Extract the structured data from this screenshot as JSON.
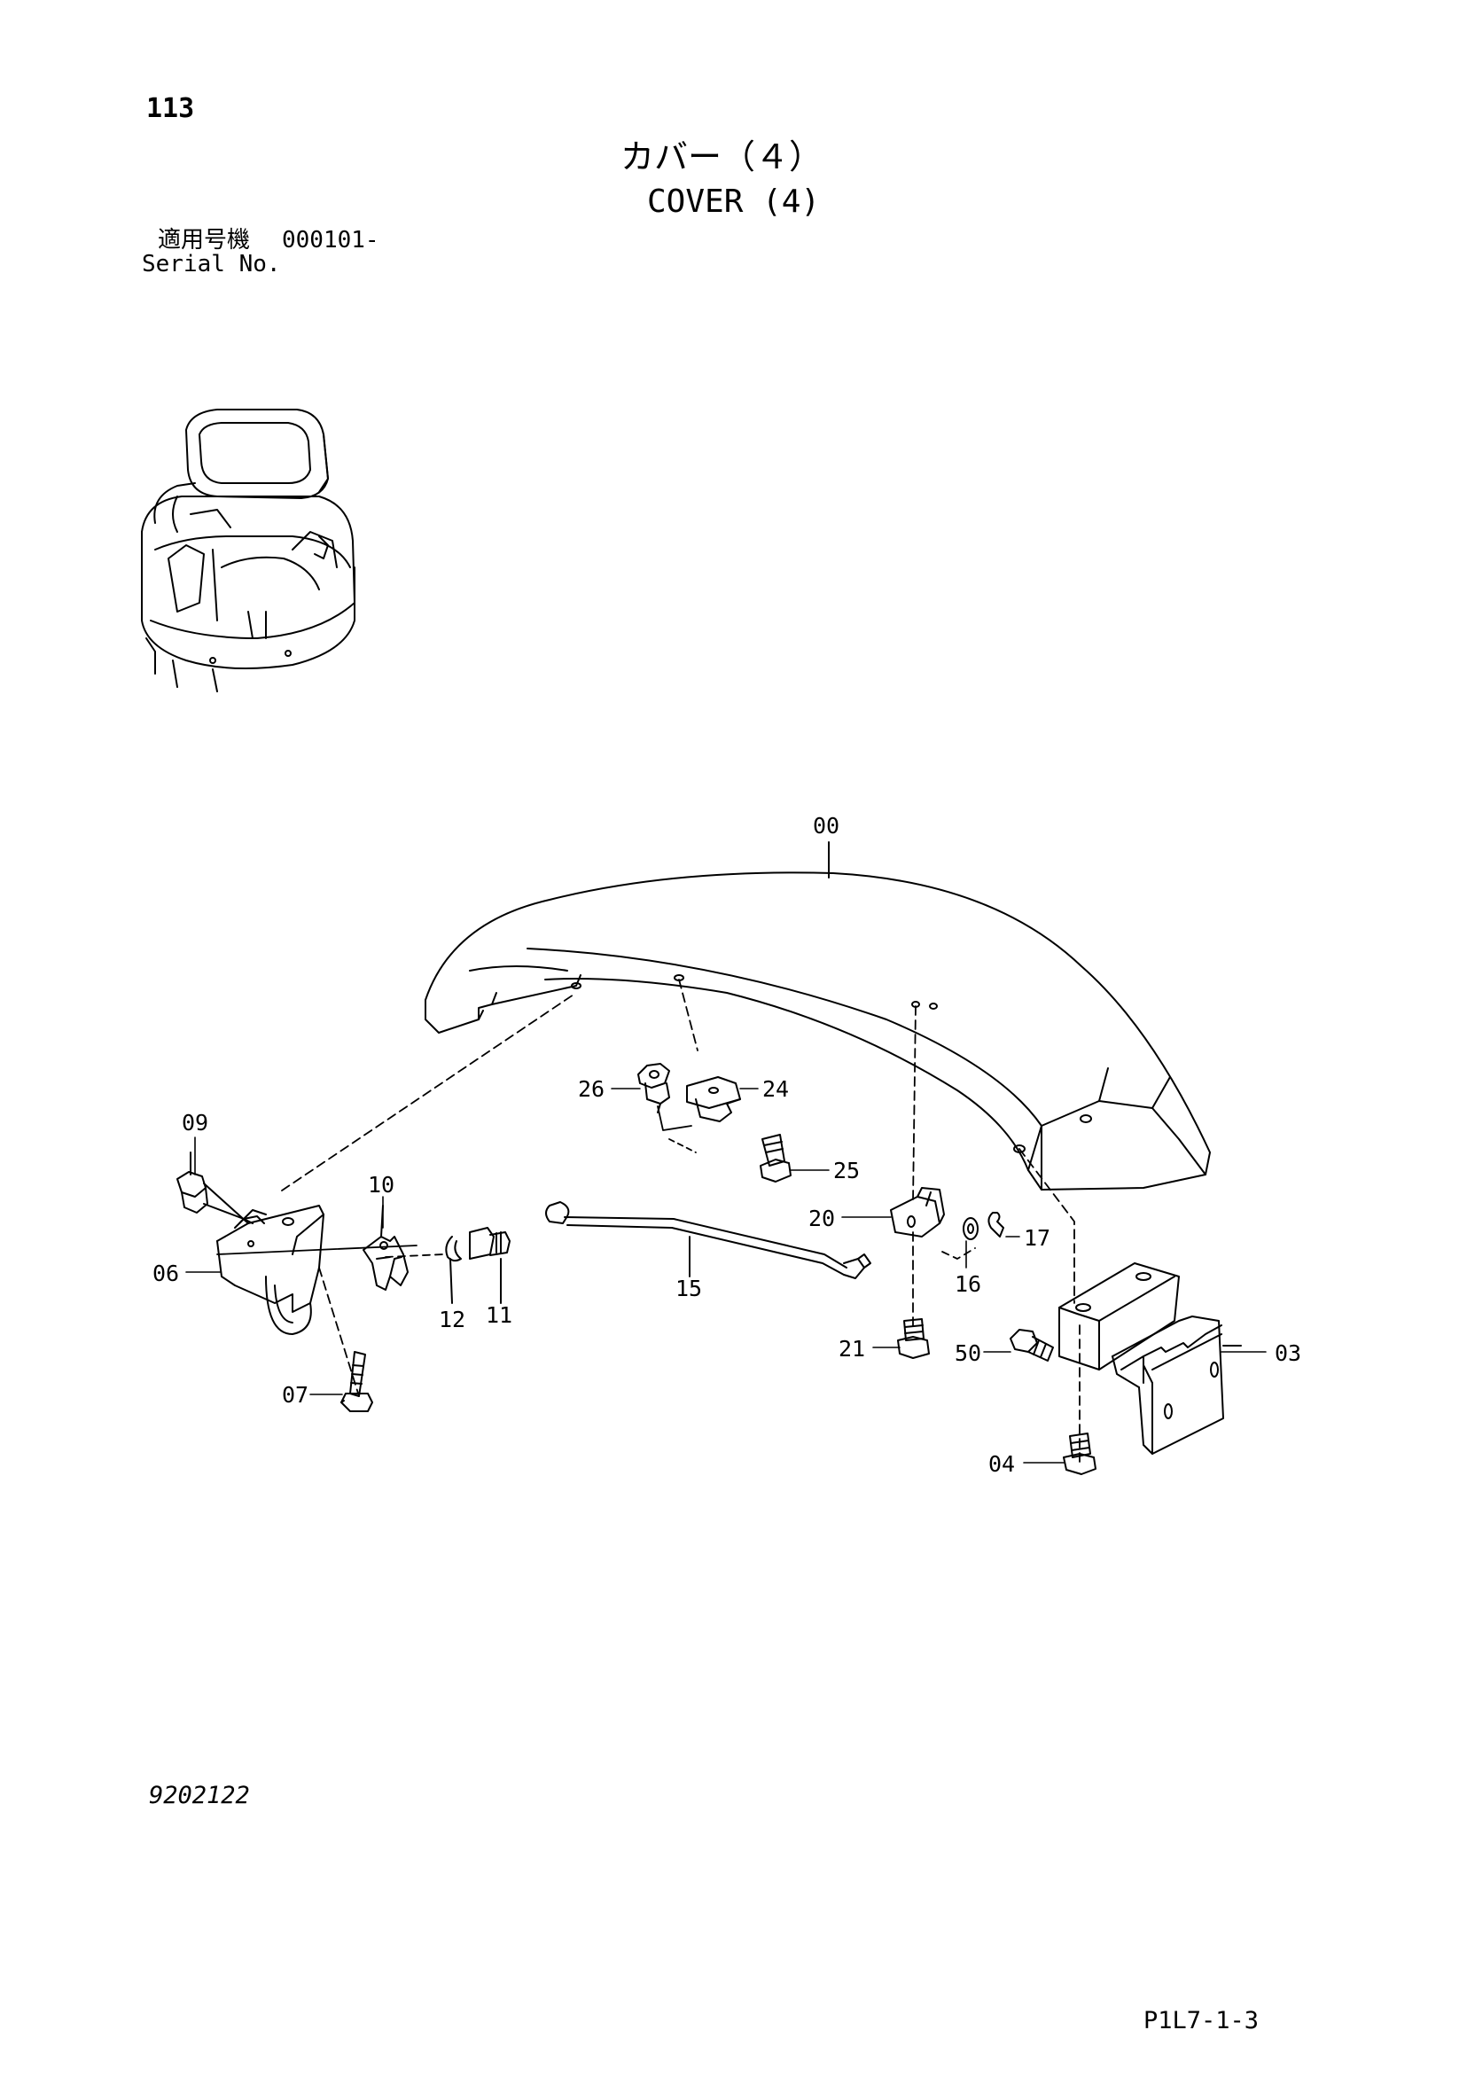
{
  "header": {
    "page_number": "113",
    "title_ja": "カバー（４）",
    "title_en": "COVER (4)",
    "serial_label_ja": "適用号機",
    "serial_value": "000101-",
    "serial_label_en": "Serial No."
  },
  "footer": {
    "doc_number": "9202122",
    "page_ref": "P1L7-1-3"
  },
  "callouts": {
    "c00": "00",
    "c03": "03",
    "c04": "04",
    "c06": "06",
    "c07": "07",
    "c09": "09",
    "c10": "10",
    "c11": "11",
    "c12": "12",
    "c15": "15",
    "c16": "16",
    "c17": "17",
    "c20": "20",
    "c21": "21",
    "c24": "24",
    "c25": "25",
    "c26": "26",
    "c50": "50"
  }
}
